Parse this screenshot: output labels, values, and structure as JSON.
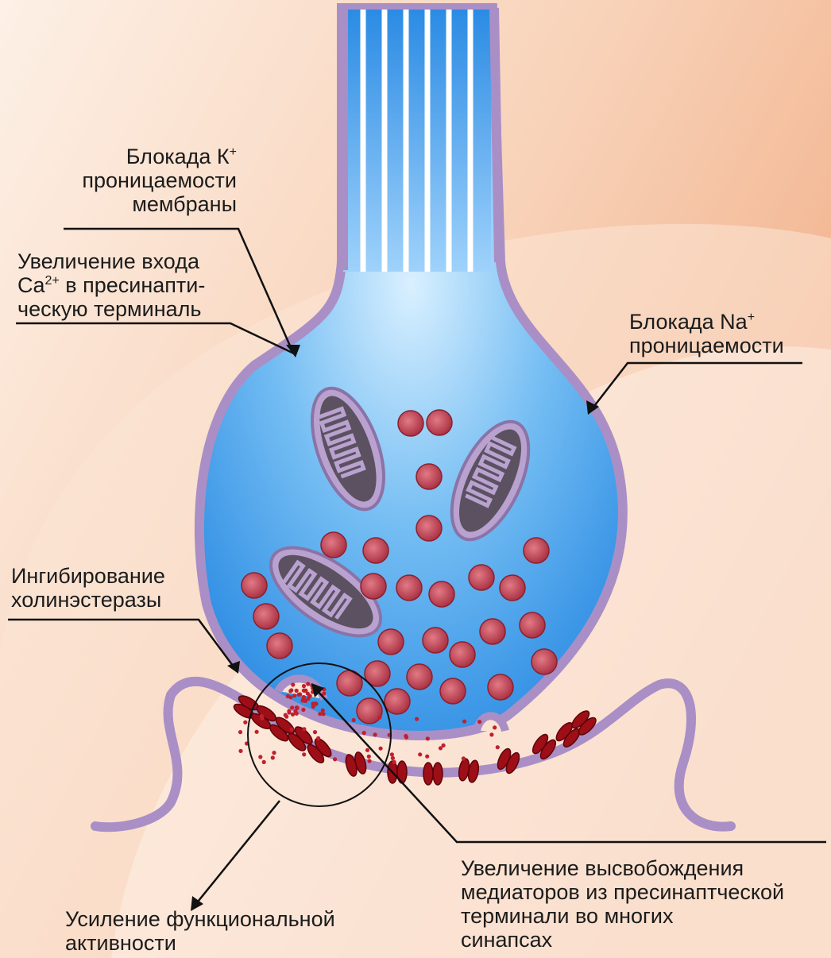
{
  "labels": {
    "k_block": {
      "line1": "Блокада К",
      "sup": "+",
      "line2": "проницаемости",
      "line3": "мембраны"
    },
    "ca_increase": {
      "line1_pre": "Увеличение входа",
      "line2_ca": "Ca",
      "line2_sup": "2+",
      "line2_rest": " в пресинапти-",
      "line3": "ческую терминаль"
    },
    "na_block": {
      "line1": "Блокада Na",
      "sup": "+",
      "line2": "проницаемости"
    },
    "cholinesterase": {
      "line1": "Ингибирование",
      "line2": "холинэстеразы"
    },
    "functional": {
      "line1": "Усиление функциональной",
      "line2": "активности"
    },
    "mediator_release": {
      "line1": "Увеличение высвобождения",
      "line2": "медиаторов из пресинаптческой",
      "line3": "терминали во многих",
      "line4": "синапсах"
    }
  },
  "colors": {
    "background_light": "#fbe3d2",
    "background_dark": "#f2b592",
    "membrane": "#a98fc6",
    "terminal_fill_light": "#cfeaff",
    "terminal_fill_dark": "#2f8fe6",
    "vesicle": "#b3364a",
    "mitochondria_outer": "#b9a2cf",
    "mitochondria_inner": "#5b5160",
    "receptor": "#9e0e16",
    "line": "#111111"
  }
}
